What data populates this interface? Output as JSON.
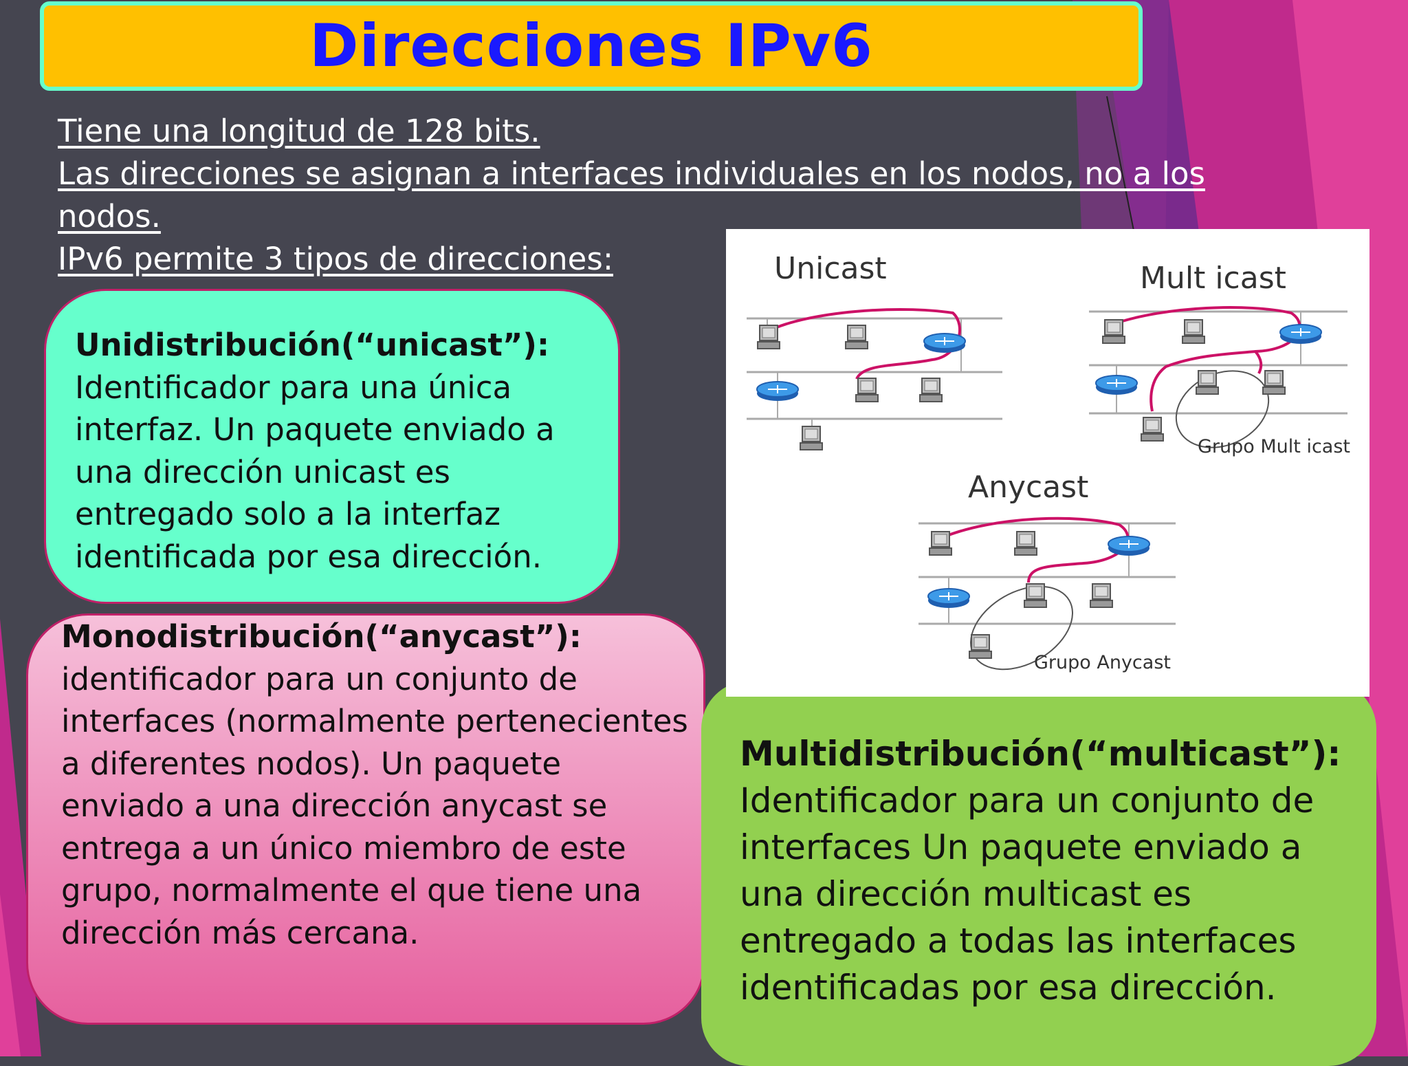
{
  "title": "Direcciones IPv6",
  "bullets": {
    "line1": "Tiene una longitud de 128 bits.",
    "line2a": "Las direcciones se asignan a interfaces individuales en los nodos,",
    "line2b": " no a los",
    "line3": "nodos.",
    "line4": "IPv6 permite 3 tipos de direcciones:"
  },
  "unicast_box": {
    "heading": "Unidistribución(“unicast”):",
    "body": "Identificador para una única interfaz. Un paquete enviado a una dirección unicast es entregado solo a la interfaz identificada por esa dirección."
  },
  "anycast_box": {
    "heading": "Monodistribución(“anycast”):",
    "body": "identificador para un conjunto de interfaces (normalmente pertenecientes a diferentes nodos). Un paquete enviado a una dirección anycast se entrega a un único miembro de este grupo, normalmente el que tiene una dirección más cercana."
  },
  "multicast_box": {
    "heading": "Multidistribución(“multicast”):",
    "body": "Identificador para un conjunto de interfaces Un paquete enviado a una dirección multicast es entregado a todas las interfaces identificadas por esa dirección."
  },
  "diagram": {
    "unicast_label": "Unicast",
    "multicast_label": "Mult icast",
    "anycast_label": "Anycast",
    "group_multicast": "Grupo Mult icast",
    "group_anycast": "Grupo Anycast"
  },
  "colors": {
    "title_bg": "#ffc000",
    "title_text": "#1a1aff",
    "unicast_box": "#66ffcc",
    "anycast_box": "#e86aa4",
    "multicast_box": "#92d050",
    "path_line": "#cc1166"
  }
}
